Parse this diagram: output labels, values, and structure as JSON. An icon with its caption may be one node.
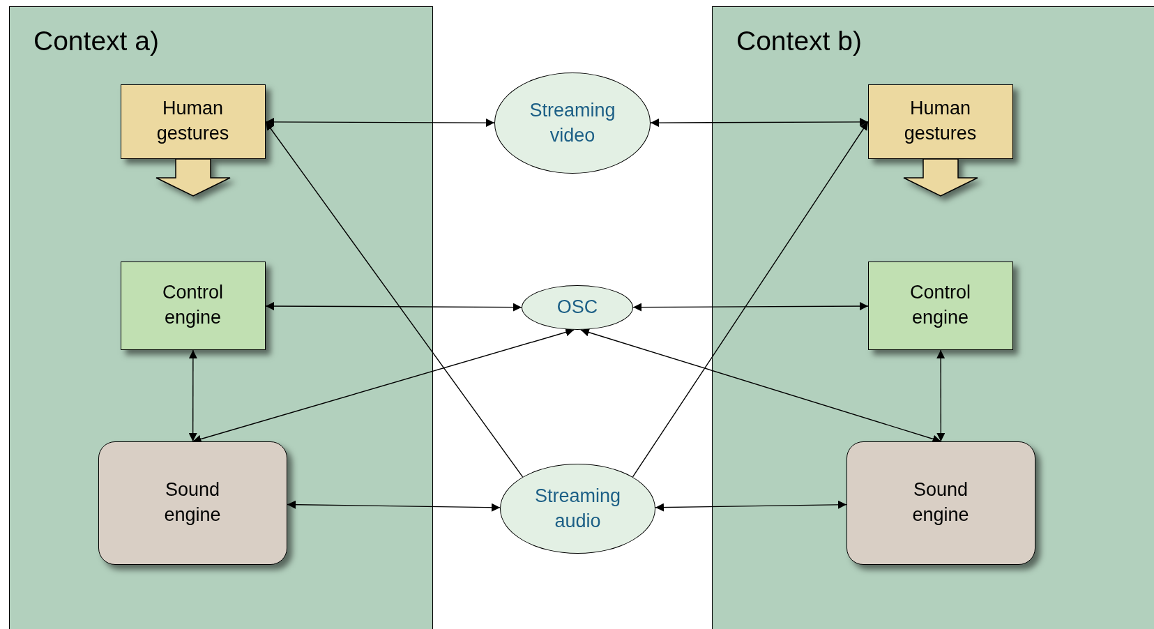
{
  "diagram": {
    "nodes": [
      {
        "text": [
          "Context a)"
        ]
      },
      {
        "text": [
          "Human gestures"
        ],
        "in": 0
      },
      {
        "text": [
          "Control engine"
        ],
        "in": 0
      },
      {
        "text": [
          "Sound engine"
        ],
        "in": 0
      },
      {
        "text": [
          "Streaming video"
        ]
      },
      {
        "text": [
          "OSC"
        ]
      },
      {
        "text": [
          "Streaming audio"
        ]
      },
      {
        "text": [
          "Context b)"
        ]
      },
      {
        "text": [
          "Human gestures"
        ],
        "in": 7
      },
      {
        "text": [
          "Control engine"
        ],
        "in": 7
      },
      {
        "text": [
          "Sound engine"
        ],
        "in": 7
      }
    ],
    "edges": [
      {
        "from": 1,
        "to": 4,
        "arrow": "both"
      },
      {
        "from": 4,
        "to": 8,
        "arrow": "both"
      },
      {
        "from": 2,
        "to": 5,
        "arrow": "both"
      },
      {
        "from": 5,
        "to": 9,
        "arrow": "both"
      },
      {
        "from": 2,
        "to": 3,
        "arrow": "both"
      },
      {
        "from": 9,
        "to": 10,
        "arrow": "both"
      },
      {
        "from": 3,
        "to": 5,
        "arrow": "both"
      },
      {
        "from": 5,
        "to": 10,
        "arrow": "both"
      },
      {
        "from": 3,
        "to": 6,
        "arrow": "both"
      },
      {
        "from": 6,
        "to": 10,
        "arrow": "both"
      },
      {
        "from": 6,
        "to": 1,
        "arrow": "to"
      },
      {
        "from": 6,
        "to": 8,
        "arrow": "to"
      }
    ]
  }
}
